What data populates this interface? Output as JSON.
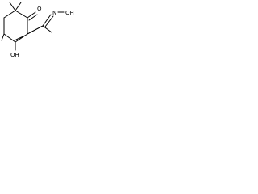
{
  "diagram": {
    "type": "chemical-structure",
    "line_color": "#000000",
    "background": "#ffffff",
    "atom_labels": {
      "ketone_oxygen": "O",
      "oxime_nitrogen": "N",
      "oxime_hydroxyl": "OH",
      "hydroxy_group": "OH"
    }
  }
}
